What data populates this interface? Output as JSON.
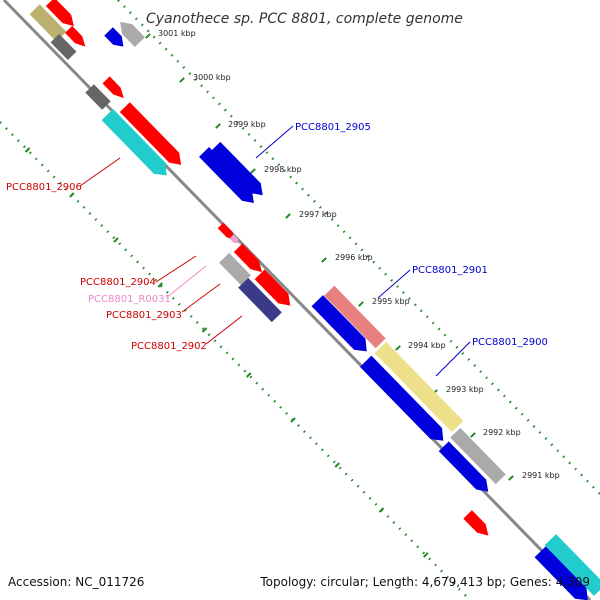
{
  "title": "Cyanothece sp. PCC 8801, complete genome",
  "footer": {
    "accession": "Accession: NC_011726",
    "summary": "Topology: circular; Length: 4,679,413 bp; Genes: 4,309"
  },
  "ticks": [
    "3001 kbp",
    "3000 kbp",
    "2999 kbp",
    "2998 kbp",
    "2997 kbp",
    "2996 kbp",
    "2995 kbp",
    "2994 kbp",
    "2993 kbp",
    "2992 kbp",
    "2991 kbp"
  ],
  "gene_labels": [
    {
      "text": "PCC8801_2905",
      "color": "#0000cc"
    },
    {
      "text": "PCC8801_2906",
      "color": "#cc0000"
    },
    {
      "text": "PCC8801_2904",
      "color": "#cc0000"
    },
    {
      "text": "PCC8801_R0031",
      "color": "#ee88cc"
    },
    {
      "text": "PCC8801_2903",
      "color": "#cc0000"
    },
    {
      "text": "PCC8801_2902",
      "color": "#cc0000"
    },
    {
      "text": "PCC8801_2901",
      "color": "#0000cc"
    },
    {
      "text": "PCC8801_2900",
      "color": "#0000cc"
    }
  ],
  "colors": {
    "backbone": "#888888",
    "tick_dots": "#228822",
    "red": "#ff0000",
    "blue": "#0000dd",
    "cyan": "#22cccc",
    "gray": "#aaaaaa",
    "dark_gray": "#666666",
    "olive": "#bbb070",
    "salmon": "#e88080",
    "yellow": "#eee08a",
    "navy": "#3a3a88",
    "pink": "#f0a0d0"
  }
}
